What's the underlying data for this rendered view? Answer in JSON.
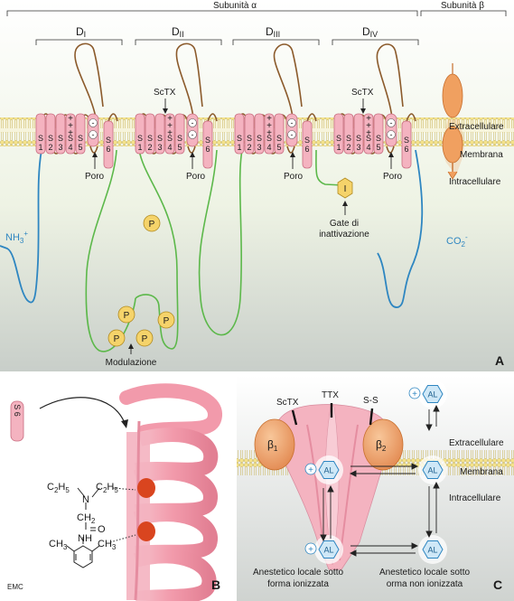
{
  "panelA": {
    "subunit_alpha": "Subunità α",
    "subunit_beta": "Subunità β",
    "domains": [
      {
        "base": "D",
        "sub": "I"
      },
      {
        "base": "D",
        "sub": "II"
      },
      {
        "base": "D",
        "sub": "III"
      },
      {
        "base": "D",
        "sub": "IV"
      }
    ],
    "segments": [
      "S 1",
      "S 2",
      "S 3",
      "S 4",
      "S 5",
      "S 6"
    ],
    "s4_charge": "+",
    "pore_charge": "-",
    "layers": {
      "extracellular": "Extracellulare",
      "membrane": "Membrana",
      "intracellular": "Intracellulare"
    },
    "pore_label": "Poro",
    "sctx": "ScTX",
    "phospho": "P",
    "inact_particle": "I",
    "inact_gate": [
      "Gate di",
      "inattivazione"
    ],
    "modulation": "Modulazione",
    "nh3": {
      "base": "NH",
      "sub": "3",
      "sup": "+"
    },
    "co2": {
      "base": "CO",
      "sub": "2",
      "sup": "-"
    },
    "letter": "A"
  },
  "panelB": {
    "s6": "S 6",
    "chem": {
      "c2h5": "C",
      "c2h5_sub": "2",
      "h5": "H",
      "h5_sub": "5",
      "n": "N",
      "ch2": "CH",
      "ch2_sub": "2",
      "o": "O",
      "nh": "NH",
      "ch3": "CH",
      "ch3_sub": "3"
    },
    "letter": "B"
  },
  "panelC": {
    "sctx": "ScTX",
    "ttx": "TTX",
    "ss": "S-S",
    "beta1": {
      "base": "β",
      "sub": "1"
    },
    "beta2": {
      "base": "β",
      "sub": "2"
    },
    "al": "AL",
    "plus": "+",
    "layers": {
      "extracellular": "Extracellulare",
      "membrane": "Membrana",
      "intracellular": "Intracellulare"
    },
    "caption_left": [
      "Anestetico locale sotto",
      "forma ionizzata"
    ],
    "caption_right": [
      "Anestetico locale sotto",
      "orma non ionizzata"
    ],
    "letter": "C"
  },
  "logo": "EMC",
  "colors": {
    "segment_fill": "#f4b3c0",
    "loop_brown": "#8b5a2b",
    "loop_green": "#5cb84a",
    "terminus_blue": "#2e86c1",
    "phospho": "#f5d36a",
    "beta_orange": "#f0a060",
    "al_hex": "#cfe8f7"
  }
}
